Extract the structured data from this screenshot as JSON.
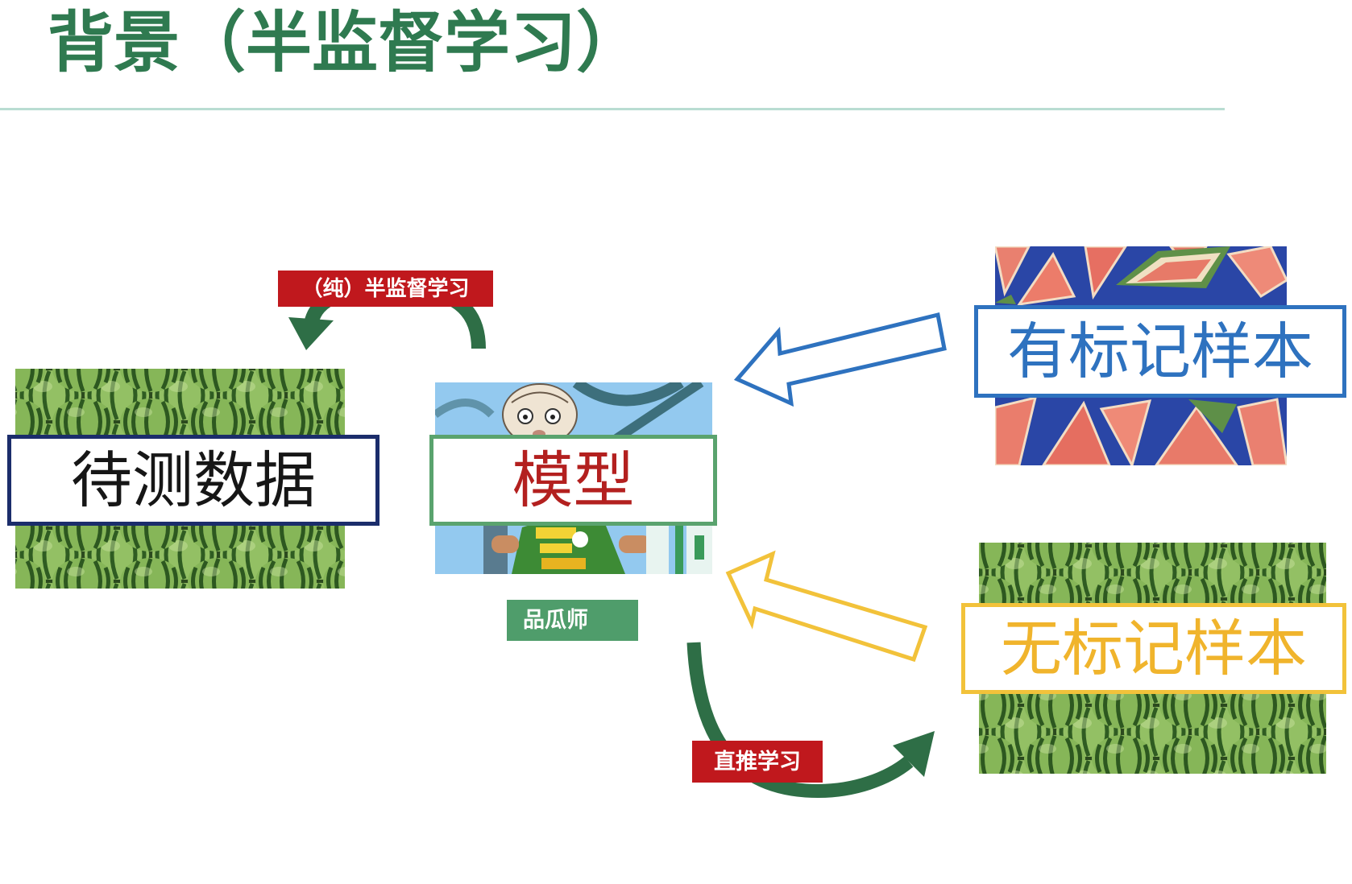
{
  "slide": {
    "title": "背景（半监督学习）"
  },
  "diagram": {
    "test_data_label": "待测数据",
    "model_label": "模型",
    "labeled_label": "有标记样本",
    "unlabeled_label": "无标记样本",
    "role_tag_label": "品瓜师",
    "pure_ssl_tag_label": "（纯）半监督学习",
    "transductive_tag_label": "直推学习"
  },
  "colors": {
    "accent": "#2f7a50",
    "rule": "#b9ddd2",
    "test_border": "#1b2d6b",
    "test_text": "#161616",
    "model_border": "#5aa36e",
    "model_text": "#b3201f",
    "labeled": "#2e72bf",
    "unlabeled": "#f2c23a",
    "unlabeled_text": "#f0b42c",
    "role_tag": "#4f9d6b",
    "red_tag": "#c0181d",
    "arrow_green": "#2e6e46"
  }
}
